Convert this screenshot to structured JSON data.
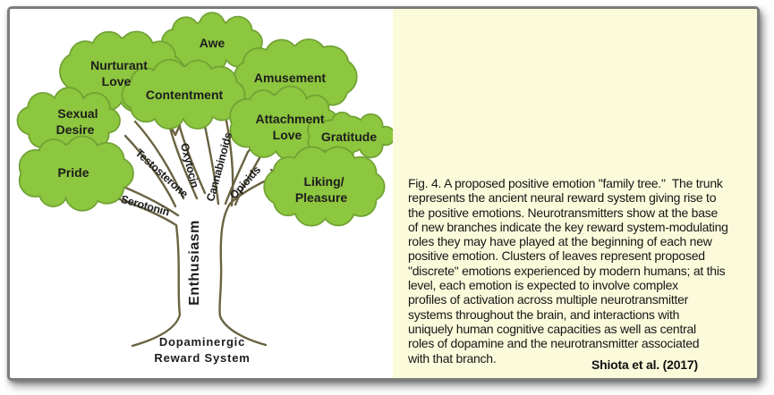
{
  "figure": {
    "emotions": [
      {
        "id": "awe",
        "lines": [
          "Awe"
        ]
      },
      {
        "id": "nurturant-love",
        "lines": [
          "Nurturant",
          "Love"
        ]
      },
      {
        "id": "amusement",
        "lines": [
          "Amusement"
        ]
      },
      {
        "id": "contentment",
        "lines": [
          "Contentment"
        ]
      },
      {
        "id": "sexual-desire",
        "lines": [
          "Sexual",
          "Desire"
        ]
      },
      {
        "id": "attachment-love",
        "lines": [
          "Attachment",
          "Love"
        ]
      },
      {
        "id": "pride",
        "lines": [
          "Pride"
        ]
      },
      {
        "id": "gratitude",
        "lines": [
          "Gratitude"
        ]
      },
      {
        "id": "liking-pleasure",
        "lines": [
          "Liking/",
          "Pleasure"
        ]
      }
    ],
    "branches": [
      {
        "id": "serotonin",
        "label": "Serotonin"
      },
      {
        "id": "testosterone",
        "label": "Testosterone"
      },
      {
        "id": "oxytocin",
        "label": "Oxytocin"
      },
      {
        "id": "cannabinoids",
        "label": "Cannabinoids"
      },
      {
        "id": "opioids",
        "label": "Opioids"
      }
    ],
    "trunk_label": "Enthusiasm",
    "base_label_lines": [
      "Dopaminergic",
      "Reward System"
    ]
  },
  "caption": {
    "lines": [
      "Fig. 4. A proposed positive emotion \"family tree.\"  The trunk",
      "represents the ancient neural reward system giving rise to",
      "the positive emotions. Neurotransmitters show at the base",
      "of new branches indicate the key reward system-modulating",
      "roles they may have played at the beginning of each new",
      "positive emotion. Clusters of leaves represent proposed",
      "\"discrete\" emotions experienced by modern humans; at this",
      "level, each emotion is expected to involve complex",
      "profiles of activation across multiple neurotransmitter",
      "systems throughout the brain, and interactions with",
      "uniquely human cognitive capacities as well as central",
      "roles of dopamine and the neurotransmitter associated",
      "with that branch."
    ],
    "attribution": "Shiota et al. (2017)"
  },
  "colors": {
    "leaf_fill": "#8dc63f",
    "leaf_outline": "#6fa233",
    "branch_line": "#6a6342",
    "label_text": "#1d1d1d",
    "caption_text": "#161616",
    "panel_bg": "#fbfbdc",
    "frame_border": "#7c7c7c"
  }
}
